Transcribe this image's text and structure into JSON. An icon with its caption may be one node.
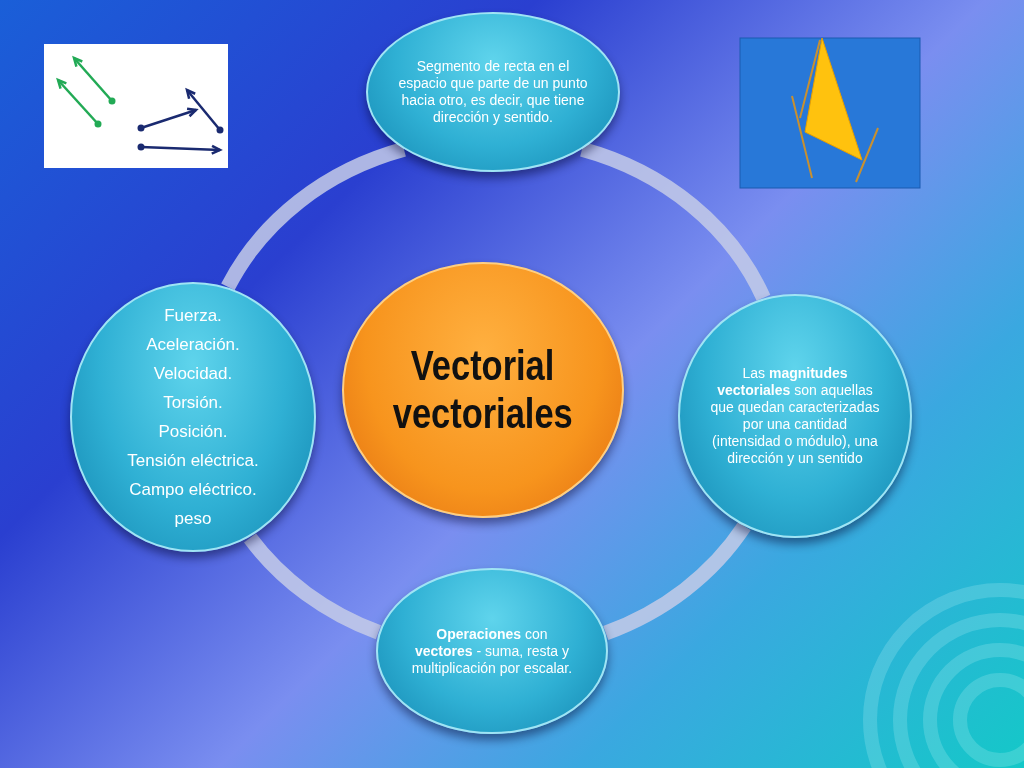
{
  "diagram": {
    "nodes": [
      {
        "text": [
          "Segmento de recta en el espacio que parte de un punto hacia otro, es decir, que tiene dirección y sentido."
        ]
      },
      {
        "text": [
          "Fuerza.",
          "Aceleración.",
          "Velocidad.",
          "Torsión.",
          "Posición.",
          "Tensión eléctrica.",
          "Campo eléctrico.",
          "peso"
        ]
      },
      {
        "text": [
          "Vectorial",
          "vectoriales"
        ]
      },
      {
        "text": [
          "Las **magnitudes vectoriales** son aquellas que quedan caracterizadas por una cantidad (intensidad o módulo), una dirección y un sentido"
        ]
      },
      {
        "text": [
          "**Operaciones** con **vectores** - suma, resta y multiplicación por escalar."
        ]
      }
    ],
    "edges": [
      {
        "from": 0,
        "to": 3,
        "arrow": "none"
      },
      {
        "from": 3,
        "to": 4,
        "arrow": "none"
      },
      {
        "from": 4,
        "to": 1,
        "arrow": "none"
      },
      {
        "from": 1,
        "to": 0,
        "arrow": "none"
      }
    ]
  }
}
